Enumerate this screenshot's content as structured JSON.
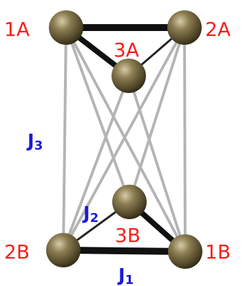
{
  "colors": {
    "site_label": "#ff1a1a",
    "coupling_label": "#1a1adb",
    "thick_bond": "#111111",
    "thin_bond": "#222222",
    "cross_bond": "#b4b4b4",
    "ball_dark": "#3f3620",
    "ball_mid": "#7a6c45",
    "ball_light": "#d6ccaa"
  },
  "sites": {
    "1A": {
      "label": "1A"
    },
    "2A": {
      "label": "2A"
    },
    "3A": {
      "label": "3A"
    },
    "1B": {
      "label": "1B"
    },
    "2B": {
      "label": "2B"
    },
    "3B": {
      "label": "3B"
    }
  },
  "couplings": {
    "J1": {
      "main": "J",
      "sub": "1"
    },
    "J2": {
      "main": "J",
      "sub": "2"
    },
    "J3": {
      "main": "J",
      "sub": "3"
    }
  }
}
